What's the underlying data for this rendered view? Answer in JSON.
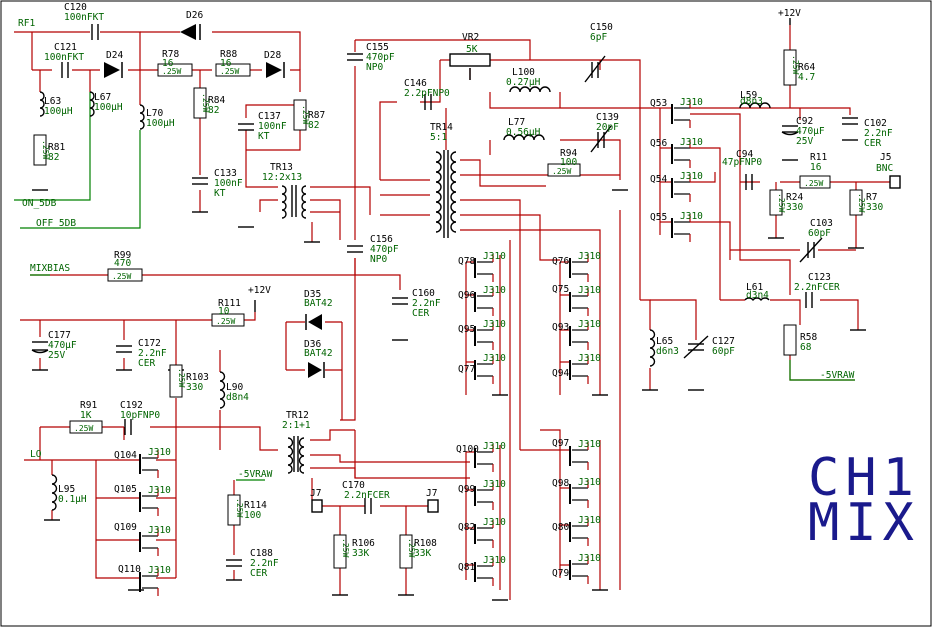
{
  "title": [
    "CH1",
    "MIX"
  ],
  "colors": {
    "wire": "#b30000",
    "net": "#008000",
    "ink": "#000000",
    "title": "#1a1a8c",
    "value": "#006400"
  },
  "nets": {
    "rf1": "RF1",
    "on5db": "ON_5DB",
    "off5db": "OFF_5DB",
    "mixbias": "MIXBIAS",
    "lo": "LO",
    "v12a": "+12V",
    "v12b": "+12V",
    "m5a": "-5VRAW",
    "m5b": "-5VRAW",
    "j5": "J5",
    "bnc": "BNC",
    "j7a": "J7",
    "j7b": "J7"
  },
  "components": [
    {
      "ref": "C120",
      "val": "100nFKT"
    },
    {
      "ref": "C121",
      "val": "100nFKT"
    },
    {
      "ref": "D24",
      "val": ""
    },
    {
      "ref": "D26",
      "val": ""
    },
    {
      "ref": "D28",
      "val": ""
    },
    {
      "ref": "R78",
      "val": "16"
    },
    {
      "ref": "R88",
      "val": "16"
    },
    {
      "ref": "R84",
      "val": "82"
    },
    {
      "ref": "R87",
      "val": "82"
    },
    {
      "ref": "R81",
      "val": "82"
    },
    {
      "ref": "L63",
      "val": "100µH"
    },
    {
      "ref": "L67",
      "val": "100µH"
    },
    {
      "ref": "L70",
      "val": "100µH"
    },
    {
      "ref": "C137",
      "val": "100nF KT"
    },
    {
      "ref": "C133",
      "val": "100nF KT"
    },
    {
      "ref": "C155",
      "val": "470pF NP0"
    },
    {
      "ref": "VR2",
      "val": "5K"
    },
    {
      "ref": "C150",
      "val": "6pF"
    },
    {
      "ref": "C146",
      "val": "2.2pFNP0"
    },
    {
      "ref": "L100",
      "val": "0.27µH"
    },
    {
      "ref": "L77",
      "val": "0.56µH"
    },
    {
      "ref": "C139",
      "val": "20pF"
    },
    {
      "ref": "R94",
      "val": "100"
    },
    {
      "ref": "TR14",
      "val": "5:1"
    },
    {
      "ref": "TR13",
      "val": "12:2x13"
    },
    {
      "ref": "C156",
      "val": "470pF NP0"
    },
    {
      "ref": "R64",
      "val": "4.7"
    },
    {
      "ref": "L59",
      "val": "d8n3"
    },
    {
      "ref": "C92",
      "val": "470µF 25V"
    },
    {
      "ref": "C102",
      "val": "2.2nF CER"
    },
    {
      "ref": "C94",
      "val": "47pFNP0"
    },
    {
      "ref": "R11",
      "val": "16"
    },
    {
      "ref": "R24",
      "val": "330"
    },
    {
      "ref": "R7",
      "val": "330"
    },
    {
      "ref": "C103",
      "val": "60pF"
    },
    {
      "ref": "L61",
      "val": "d3n4"
    },
    {
      "ref": "C123",
      "val": "2.2nFCER"
    },
    {
      "ref": "R58",
      "val": "68"
    },
    {
      "ref": "L65",
      "val": "d6n3"
    },
    {
      "ref": "C127",
      "val": "60pF"
    },
    {
      "ref": "R99",
      "val": "470"
    },
    {
      "ref": "C160",
      "val": "2.2nF CER"
    },
    {
      "ref": "R111",
      "val": "10"
    },
    {
      "ref": "D35",
      "val": "BAT42"
    },
    {
      "ref": "D36",
      "val": "BAT42"
    },
    {
      "ref": "C177",
      "val": "470µF 25V"
    },
    {
      "ref": "C172",
      "val": "2.2nF CER"
    },
    {
      "ref": "R103",
      "val": "330"
    },
    {
      "ref": "L90",
      "val": "d8n4"
    },
    {
      "ref": "R91",
      "val": "1K"
    },
    {
      "ref": "C192",
      "val": "10pFNP0"
    },
    {
      "ref": "L95",
      "val": "0.1µH"
    },
    {
      "ref": "TR12",
      "val": "2:1+1"
    },
    {
      "ref": "C170",
      "val": "2.2nFCER"
    },
    {
      "ref": "R114",
      "val": "100"
    },
    {
      "ref": "C188",
      "val": "2.2nF CER"
    },
    {
      "ref": "R106",
      "val": "33K"
    },
    {
      "ref": "R108",
      "val": "33K"
    }
  ],
  "transistors": {
    "q53": "Q53",
    "q56": "Q56",
    "q54": "Q54",
    "q55": "Q55",
    "q78": "Q78",
    "q96": "Q96",
    "q95": "Q95",
    "q77": "Q77",
    "q76": "Q76",
    "q75": "Q75",
    "q93": "Q93",
    "q94": "Q94",
    "q100": "Q100",
    "q99": "Q99",
    "q82": "Q82",
    "q81": "Q81",
    "q97": "Q97",
    "q98": "Q98",
    "q80": "Q80",
    "q79": "Q79",
    "q104": "Q104",
    "q105": "Q105",
    "q109": "Q109",
    "q110": "Q110",
    "type": "J310"
  },
  "resistor_power": ".25W"
}
